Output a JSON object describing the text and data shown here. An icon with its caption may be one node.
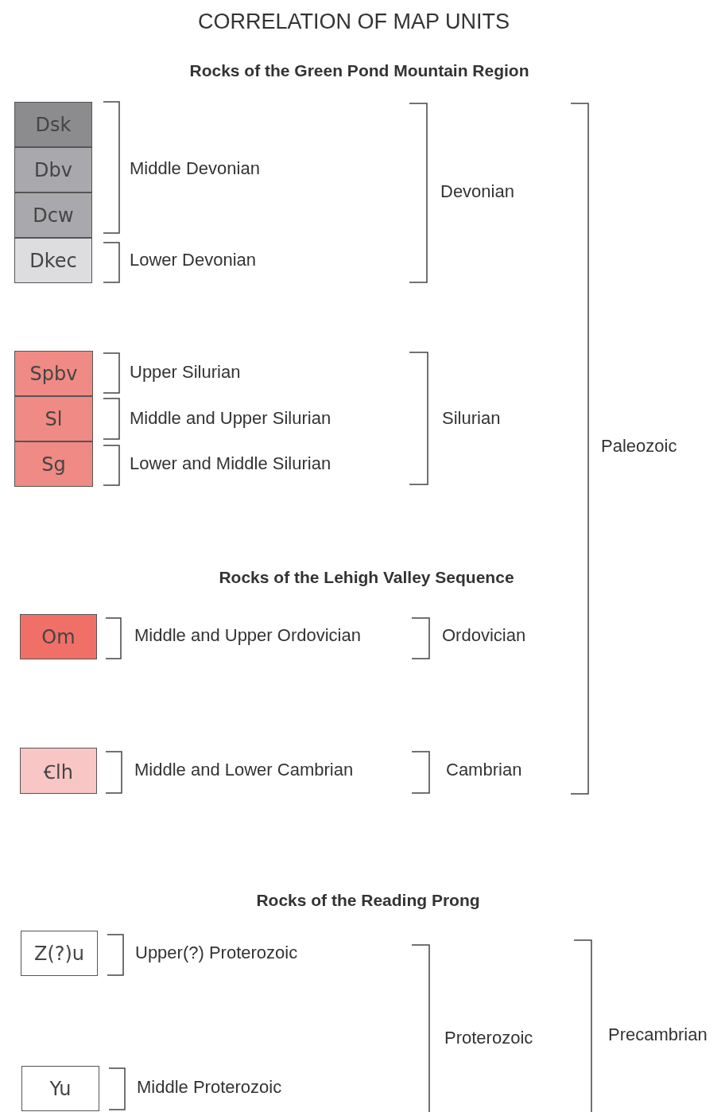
{
  "diagram": {
    "title": "CORRELATION OF MAP UNITS",
    "nodes": [
      {
        "text": [
          "Dsk"
        ]
      },
      {
        "text": [
          "Dbv"
        ]
      },
      {
        "text": [
          "Dcw"
        ]
      },
      {
        "text": [
          "Dkec"
        ]
      },
      {
        "text": [
          "Spbv"
        ]
      },
      {
        "text": [
          "Sl"
        ]
      },
      {
        "text": [
          "Sg"
        ]
      },
      {
        "text": [
          "Om"
        ]
      },
      {
        "text": [
          "Ꞓlh"
        ]
      },
      {
        "text": [
          "Z(?)u"
        ]
      },
      {
        "text": [
          "Yu"
        ]
      }
    ],
    "labels": [
      "Rocks of the Green Pond Mountain Region",
      "Middle Devonian",
      "Devonian",
      "Lower Devonian",
      "Upper Silurian",
      "Middle and Upper Silurian",
      "Silurian",
      "Paleozoic",
      "Lower and Middle Silurian",
      "Rocks of the Lehigh Valley Sequence",
      "Middle and Upper Ordovician",
      "Ordovician",
      "Middle and Lower Cambrian",
      "Cambrian",
      "Rocks of the Reading Prong",
      "Upper(?) Proterozoic",
      "Proterozoic",
      "Precambrian",
      "Middle Proterozoic"
    ]
  }
}
